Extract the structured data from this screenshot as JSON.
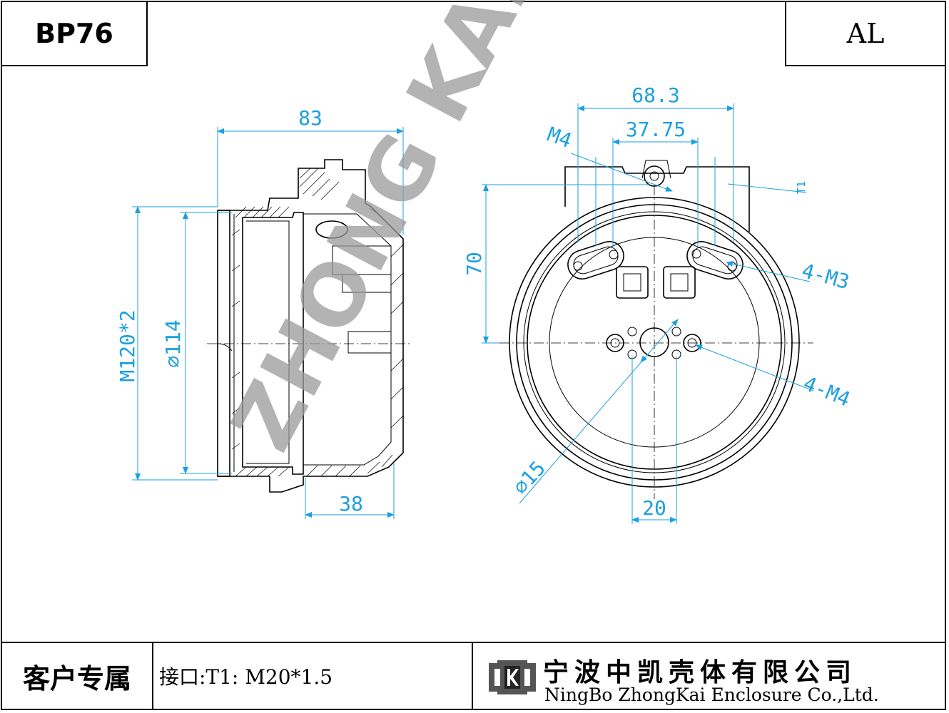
{
  "header": {
    "model": "BP76",
    "material": "AL"
  },
  "watermark": "ZHONG KAI",
  "dimensions": {
    "side_width": "83",
    "side_thread": "M120*2",
    "side_diameter": "⌀114",
    "side_depth": "38",
    "front_width": "68.3",
    "front_spacing": "37.75",
    "front_height": "70",
    "m4_top": "M4",
    "port_label": "T1",
    "holes_m3": "4-M3",
    "holes_m4": "4-M4",
    "center_hole": "⌀15",
    "center_spacing": "20"
  },
  "footer": {
    "customer": "客户专属",
    "interface": "接口:T1: M20*1.5",
    "company_cn": "宁波中凯壳体有限公司",
    "company_en": "NingBo ZhongKai Enclosure Co.,Ltd."
  },
  "colors": {
    "dimension": "#1a9fe0",
    "outline": "#000000",
    "watermark": "#9a9a9a"
  }
}
